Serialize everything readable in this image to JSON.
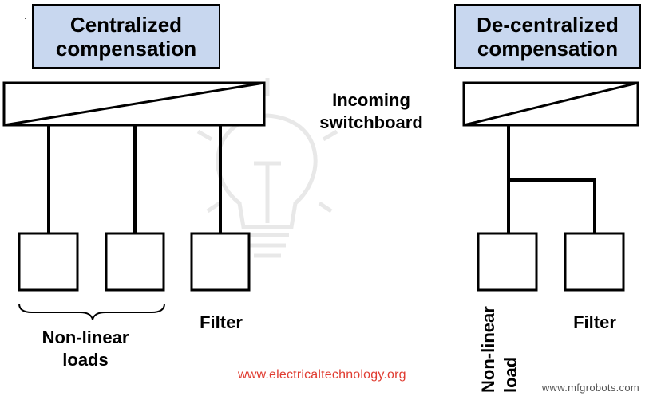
{
  "diagram": {
    "centralized": {
      "title_line1": "Centralized",
      "title_line2": "compensation",
      "loads_label_line1": "Non-linear",
      "loads_label_line2": "loads",
      "filter_label": "Filter"
    },
    "incoming": {
      "line1": "Incoming",
      "line2": "switchboard"
    },
    "decentralized": {
      "title_line1": "De-centralized",
      "title_line2": "compensation",
      "load_label_line1": "Non-linear",
      "load_label_line2": "load",
      "filter_label": "Filter"
    },
    "watermark": "www.electricaltechnology.org",
    "credit": "www.mfgrobots.com",
    "colors": {
      "title_fill": "#c8d7ef",
      "watermark": "#e03c31",
      "line": "#000000"
    }
  }
}
